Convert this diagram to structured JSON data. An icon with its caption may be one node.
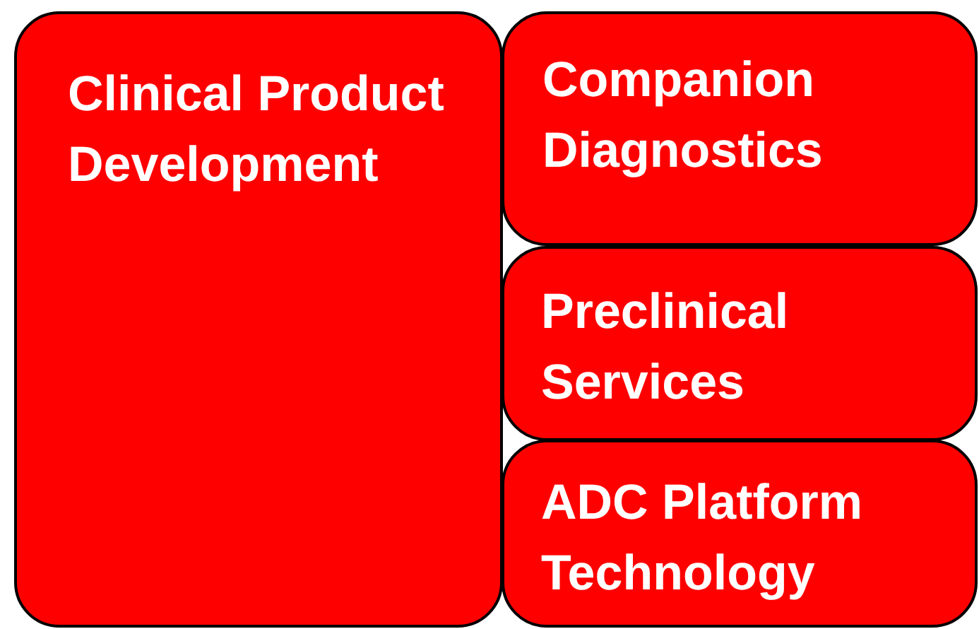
{
  "diagram": {
    "nodes": [
      {
        "text": [
          "Clinical Product Development"
        ]
      },
      {
        "text": [
          "Companion Diagnostics"
        ]
      },
      {
        "text": [
          "Preclinical Services"
        ]
      },
      {
        "text": [
          "ADC Platform Technology"
        ]
      }
    ]
  }
}
